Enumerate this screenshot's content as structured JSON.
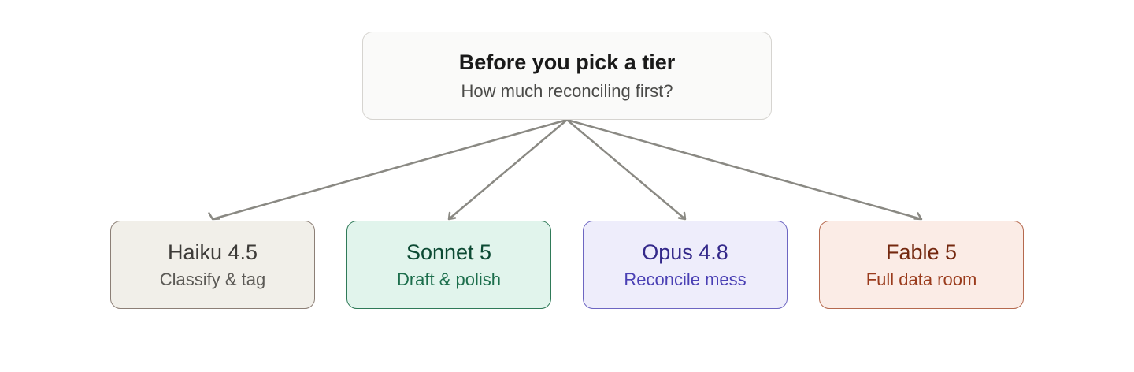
{
  "root": {
    "title": "Before you pick a tier",
    "subtitle": "How much reconciling first?"
  },
  "tiers": [
    {
      "name": "Haiku 4.5",
      "task": "Classify & tag",
      "colors": {
        "fill": "#f1efe9",
        "border": "#8c7f76",
        "title": "#3d3b38",
        "sub": "#5c5a56"
      }
    },
    {
      "name": "Sonnet 5",
      "task": "Draft & polish",
      "colors": {
        "fill": "#e1f4ec",
        "border": "#2f7a58",
        "title": "#0c4a33",
        "sub": "#1c6e4c"
      }
    },
    {
      "name": "Opus 4.8",
      "task": "Reconcile mess",
      "colors": {
        "fill": "#eeedfb",
        "border": "#6d66c2",
        "title": "#34298a",
        "sub": "#4a40b4"
      }
    },
    {
      "name": "Fable 5",
      "task": "Full data room",
      "colors": {
        "fill": "#fbece6",
        "border": "#b5694e",
        "title": "#74280f",
        "sub": "#9a3b1c"
      }
    }
  ],
  "connector_color": "#8a8983"
}
